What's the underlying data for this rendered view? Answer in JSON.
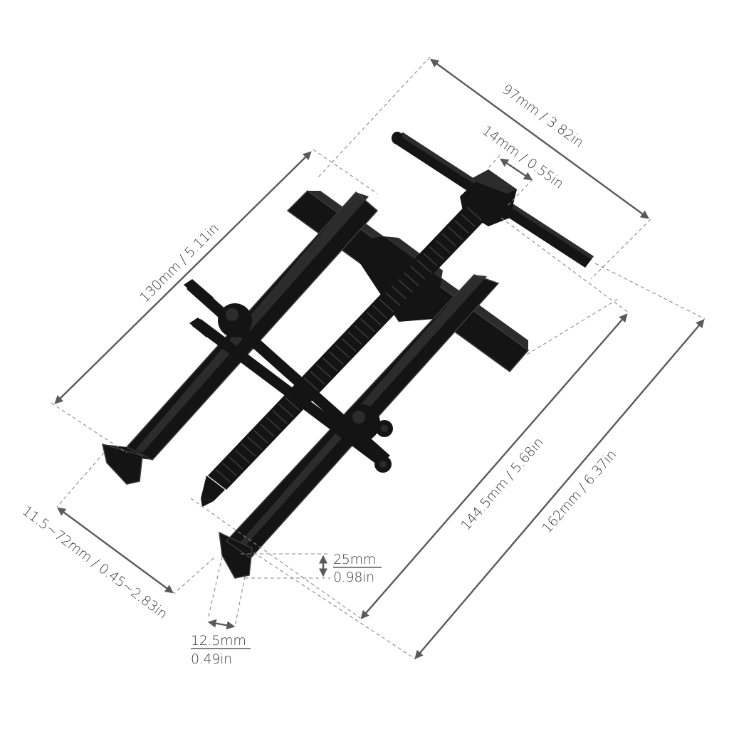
{
  "product": {
    "name": "Two-jaw gear puller",
    "color": "#141414",
    "background": "#ffffff"
  },
  "dimensions": {
    "overall_width": {
      "label": "97mm / 3.82in",
      "mm": 97,
      "in": 3.82
    },
    "handle_head": {
      "label": "14mm / 0.55in",
      "mm": 14,
      "in": 0.55
    },
    "jaw_length": {
      "label": "130mm / 5.11in",
      "mm": 130,
      "in": 5.11
    },
    "jaw_span": {
      "label": "11.5~72mm / 0.45~2.83in",
      "mm_min": 11.5,
      "mm_max": 72,
      "in_min": 0.45,
      "in_max": 2.83
    },
    "screw_length": {
      "label": "144.5mm / 5.68in",
      "mm": 144.5,
      "in": 5.68
    },
    "overall_length": {
      "label": "162mm / 6.37in",
      "mm": 162,
      "in": 6.37
    },
    "jaw_depth": {
      "mm_label": "25mm",
      "in_label": "0.98in",
      "mm": 25,
      "in": 0.98
    },
    "jaw_width": {
      "mm_label": "12.5mm",
      "in_label": "0.49in",
      "mm": 12.5,
      "in": 0.49
    }
  },
  "style": {
    "dimension_line_color": "#5a5a5a",
    "extension_line_color": "#8a8a8a",
    "text_color": "#3a3a3a"
  }
}
